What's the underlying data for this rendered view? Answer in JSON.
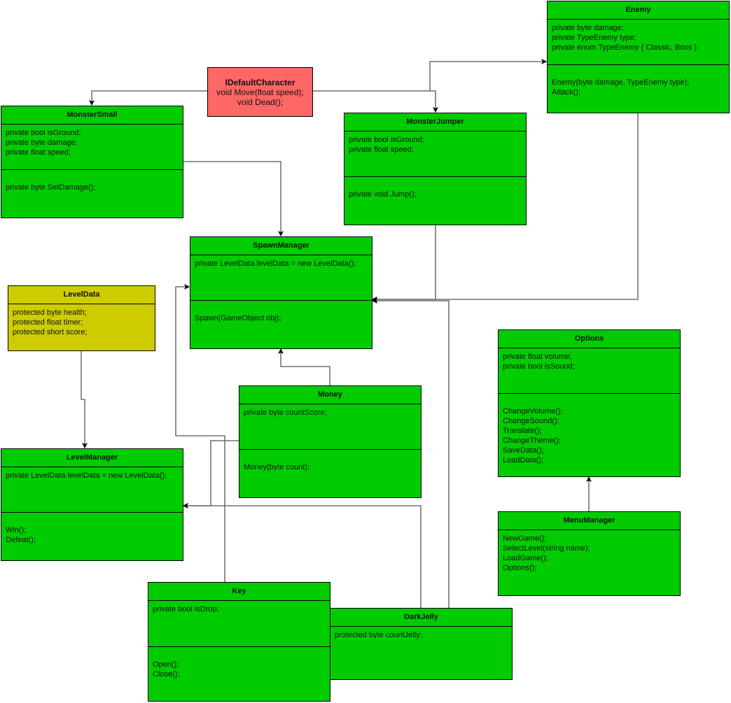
{
  "colors": {
    "class_fill": "#00cc00",
    "interface_fill": "#ff6666",
    "data_fill": "#cccc00",
    "line": "#555555"
  },
  "interface": {
    "name": "IDefaultCharacter",
    "methods": [
      "void Move(float speed);",
      "void Dead();"
    ]
  },
  "classes": [
    {
      "id": "enemy",
      "name": "Enemy",
      "attributes": [
        "private byte damage;",
        "private TypeEnemy type;",
        "private enum TypeEnemy { Classic, Boss }"
      ],
      "methods": [
        "Enemy(byte damage, TypeEnemy type);",
        "Attack();"
      ]
    },
    {
      "id": "monster-small",
      "name": "MonsterSmall",
      "attributes": [
        "private bool isGround;",
        "private byte damage;",
        "private float speed;"
      ],
      "methods": [
        "private byte SetDamage();"
      ]
    },
    {
      "id": "monster-jumper",
      "name": "MonsterJumper",
      "attributes": [
        "private bool isGround;",
        "private float speed;"
      ],
      "methods": [
        "private void Jump();"
      ]
    },
    {
      "id": "spawn-manager",
      "name": "SpawnManager",
      "attributes": [
        "private LevelData levelData = new LevelData();"
      ],
      "methods": [
        "Spawn(GameObject obj);"
      ]
    },
    {
      "id": "level-data",
      "name": "LevelData",
      "fill": "#cccc00",
      "attributes": [
        "protected byte health;",
        "protected float timer;",
        "protected short score;"
      ],
      "methods": null
    },
    {
      "id": "options",
      "name": "Options",
      "attributes": [
        "private float volume;",
        "private bool isSound;"
      ],
      "methods": [
        "ChangeVolume();",
        "ChangeSound();",
        "Translate();",
        "ChangeTheme();",
        "SaveData();",
        "LoadData();"
      ]
    },
    {
      "id": "money",
      "name": "Money",
      "attributes": [
        "private byte countScore;"
      ],
      "methods": [
        "Money(byte count);"
      ]
    },
    {
      "id": "level-manager",
      "name": "LevelManager",
      "attributes": [
        "private LevelData levelData = new LevelData();"
      ],
      "methods": [
        "Win();",
        "Defeat();"
      ]
    },
    {
      "id": "menu-manager",
      "name": "MenuManager",
      "attributes": [
        "NewGame();",
        "SelectLevel(string name);",
        "LoadGame();",
        "Options();"
      ],
      "methods": null
    },
    {
      "id": "key",
      "name": "Key",
      "attributes": [
        "private bool isDrop;"
      ],
      "methods": [
        "Open();",
        "Close();"
      ]
    },
    {
      "id": "dark-jelly",
      "name": "DarkJelly",
      "attributes": [
        "protected byte countJelly;"
      ],
      "methods": null
    }
  ]
}
